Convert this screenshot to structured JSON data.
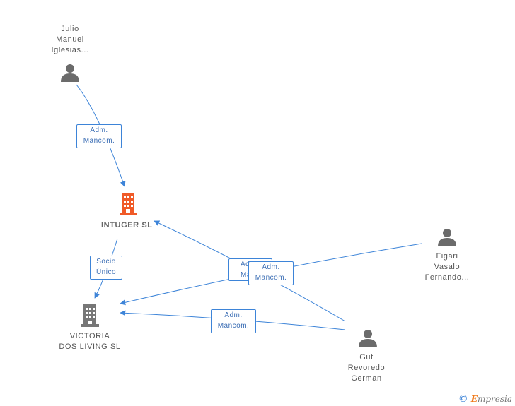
{
  "people": {
    "julio": {
      "lines": [
        "Julio",
        "Manuel",
        "Iglesias..."
      ]
    },
    "figari": {
      "lines": [
        "Figari",
        "Vasalo",
        "Fernando..."
      ]
    },
    "gut": {
      "lines": [
        "Gut",
        "Revoredo",
        "German"
      ]
    }
  },
  "companies": {
    "intuger": {
      "name": "INTUGER SL",
      "color": "#f05a28"
    },
    "victoria": {
      "lines": [
        "VICTORIA",
        "DOS LIVING SL"
      ],
      "color": "#777777"
    }
  },
  "edges": {
    "julio_intuger": {
      "line1": "Adm.",
      "line2": "Mancom."
    },
    "intuger_victoria": {
      "line1": "Socio",
      "line2": "Único"
    },
    "back": {
      "line1": "Ad",
      "line2": "Man"
    },
    "front": {
      "line1": "Adm.",
      "line2": "Mancom."
    },
    "gut_victoria": {
      "line1": "Adm.",
      "line2": "Mancom."
    }
  },
  "colors": {
    "edge": "#3d84d8",
    "person": "#6b6b6b"
  },
  "brand": {
    "copyright": "©",
    "first": "E",
    "rest": "mpresia"
  }
}
